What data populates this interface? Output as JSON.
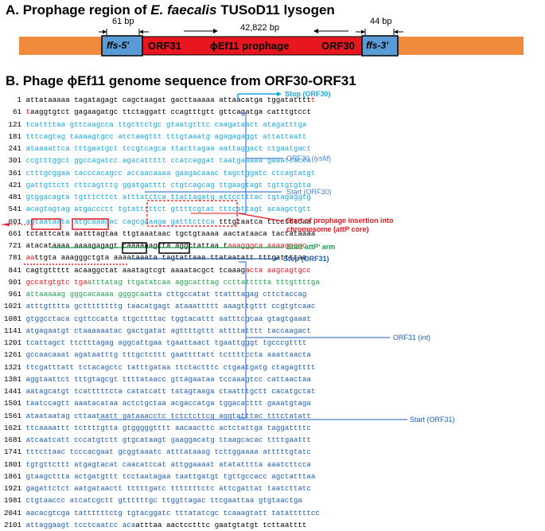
{
  "panel_a": {
    "title_prefix": "A.  Prophage region of ",
    "title_species": "E. faecalis",
    "title_suffix": " TUSoD11 lysogen",
    "bp_left": "61 bp",
    "bp_mid": "42,822 bp",
    "bp_right": "44 bp",
    "ffs5": "ffs-5'",
    "orf31": "ORF31",
    "prophage": "ϕEf11 prophage",
    "orf30": "ORF30",
    "ffs3": "ffs-3'"
  },
  "panel_b": {
    "title": "B.  Phage ϕEf11 genome sequence from ORF30-ORF31"
  },
  "annotations": {
    "stop_orf30": "Stop (ORF30)",
    "orf30_lysm_prefix": "ORF30 (",
    "orf30_lysm_gene": "lysM",
    "orf30_lysm_suffix": ")",
    "start_orf30": "Start (ORF30)",
    "prophage_line1": "Start of prophage insertion into",
    "prophage_line2_prefix": "chromosome (",
    "prophage_line2_gene": "attP",
    "prophage_line2_suffix": " core)",
    "attp_prefix": "Start ",
    "attp_gene": "attP'",
    "attp_suffix": " arm",
    "stop_orf31": "Stop (ORF31)",
    "orf31_int_prefix": "ORF31 (",
    "orf31_int_gene": "int",
    "orf31_int_suffix": ")",
    "start_orf31": "Start (ORF31)"
  },
  "colors": {
    "black": "#000000",
    "cyan": "#18a8e0",
    "blue": "#1f5fb0",
    "red": "#e8161f",
    "green": "#1ea24a",
    "orange": "#f08a3c",
    "ffs_blue": "#5b9bd5"
  },
  "sequence": [
    {
      "num": "1",
      "segs": [
        {
          "c": "k",
          "t": "attataaaaa tagatagagt cagctaagat gacttaaaaa attaacatga tggatatttt"
        },
        {
          "c": "r",
          "t": "t"
        }
      ]
    },
    {
      "num": "61",
      "segs": [
        {
          "c": "r",
          "t": "t"
        },
        {
          "c": "k",
          "t": "aaggtgtct gagaagatgc ttctaggatt ccagtttgtt gttcagatga catttgtcct"
        }
      ]
    },
    {
      "num": "121",
      "segs": [
        {
          "c": "c",
          "t": "tcattttaa gttcaagcca ttgcttctgc gtaatgtttc caagataact atagatttga"
        }
      ]
    },
    {
      "num": "181",
      "segs": [
        {
          "c": "c",
          "t": "tttcagtag taaaagtgcc atctaagttt tttgtaaatg agagagaggt attattaatt"
        }
      ]
    },
    {
      "num": "241",
      "segs": [
        {
          "c": "c",
          "t": "ataaaattca tttgaatgct tccgtcagca ttacttagaa aattaggact ctgaatgact"
        }
      ]
    },
    {
      "num": "301",
      "segs": [
        {
          "c": "c",
          "t": "ccgtttggct ggccagatcc agacattttt ccatcaggat taatgaaaaa gaaattacca"
        }
      ]
    },
    {
      "num": "361",
      "segs": [
        {
          "c": "c",
          "t": "ctttgcggaa tacccacagcc accaacaaaa gaagacaaac tagctggatc ctcagtatgt"
        }
      ]
    },
    {
      "num": "421",
      "segs": [
        {
          "c": "c",
          "t": "gattgttctt cttcagtttg ggatgatttt ctgtcagcag ttgaagtagt tgttgtgtta"
        }
      ]
    },
    {
      "num": "481",
      "segs": [
        {
          "c": "c",
          "t": "gtggacagta tgtttcttct atttatctca ttattagatg attcctttac tgtagaggtg"
        }
      ]
    },
    {
      "num": "541",
      "segs": [
        {
          "c": "c",
          "t": "acagtagtag atgaccctt tgtatttttct gttttcgtat tttcattagt acaagctgtt"
        }
      ]
    },
    {
      "num": "601",
      "segs": [
        {
          "c": "c",
          "t": "agtaataata atgcaaagac cagcgaaaga gatttcttca "
        },
        {
          "c": "k",
          "t": "tttgtaatca ttcctttcaa"
        }
      ]
    },
    {
      "num": "661",
      "segs": [
        {
          "c": "k",
          "t": "tctattcata aatttagtaa ttgtaaataac tgctgtaaaa aactataaca tactataaaa"
        }
      ]
    },
    {
      "num": "721",
      "segs": [
        {
          "c": "k",
          "t": "atacataaaa aaaagagagt caaaaaagcta aggctattaa t"
        },
        {
          "c": "r",
          "t": "aaagggca aaaaggggc"
        }
      ]
    },
    {
      "num": "781",
      "segs": [
        {
          "c": "r",
          "t": "aa"
        },
        {
          "c": "k",
          "t": "ttgta aaagggctgta aaaataaata tagtattaaa ttataatatt tttgattttaa"
        }
      ]
    },
    {
      "num": "841",
      "segs": [
        {
          "c": "k",
          "t": "cagtgttttt acaaggctat aaatagtcgt aaaatacgct tcaaag"
        },
        {
          "c": "r",
          "t": "acta aagcagtgcc"
        }
      ]
    },
    {
      "num": "901",
      "segs": [
        {
          "c": "r",
          "t": "gccatgtgtc tga"
        },
        {
          "c": "g",
          "t": "atttatag ttgatatcaa aggcatttag ccttattttta tttgttttga"
        }
      ]
    },
    {
      "num": "961",
      "segs": [
        {
          "c": "g",
          "t": "attaaaaag gggcacaaaa ggggcaa"
        },
        {
          "c": "b",
          "t": "tta cttgccatat ttatttagag cttctaccag"
        }
      ]
    },
    {
      "num": "1021",
      "segs": [
        {
          "c": "b",
          "t": "atttgtttta gcttttttttg taacatgagt ataaattttt aaagttgttt ccgtgtcaac"
        }
      ]
    },
    {
      "num": "1081",
      "segs": [
        {
          "c": "b",
          "t": "gtggcctaca cgttccatta ttgcttttac tggtacattt aatttcgcaa gtagtgaaat"
        }
      ]
    },
    {
      "num": "1141",
      "segs": [
        {
          "c": "b",
          "t": "atgagaatgt ctaaaaaatac gactgatat agttttgttt attttatttt taccaagact"
        }
      ]
    },
    {
      "num": "1201",
      "segs": [
        {
          "c": "b",
          "t": "tcattagct ttctttagag aggcattgaa tgaattaact tgaattgggt tgcccgtttt"
        }
      ]
    },
    {
      "num": "1261",
      "segs": [
        {
          "c": "b",
          "t": "gccaacaaat agataatttg tttgctcttt gaattttatt tcttttccta aaattaacta"
        }
      ]
    },
    {
      "num": "1321",
      "segs": [
        {
          "c": "b",
          "t": "ttcgatttatt tctacagctc tatttgataa ttctactttc ctgaatgatg ctagagtttt"
        }
      ]
    },
    {
      "num": "1381",
      "segs": [
        {
          "c": "b",
          "t": "aggtaattct tttgtagcgt ttttataacc gttagaataa tccaaagtcc cattaactaa"
        }
      ]
    },
    {
      "num": "1441",
      "segs": [
        {
          "c": "b",
          "t": "aatagcatgt tcatttttcta catatcatt tatagtaaga ctaatttgctt cacatgctat"
        }
      ]
    },
    {
      "num": "1501",
      "segs": [
        {
          "c": "b",
          "t": "taatccagtt aaatacataa actctgctaa acgaccatga tggacacttt gaaatgtaga"
        }
      ]
    },
    {
      "num": "1561",
      "segs": [
        {
          "c": "b",
          "t": "ataataatag cttaataatt gataaacctc tctctcttcg aggtatttac tttctatatt"
        }
      ]
    },
    {
      "num": "1621",
      "segs": [
        {
          "c": "b",
          "t": "ttcaaaattt tcttttgtta gtgggggtttt aacaacttc actctattga taggattttc"
        }
      ]
    },
    {
      "num": "1681",
      "segs": [
        {
          "c": "b",
          "t": "atcaatcatt cccatgtctt gtgcataagt gaaggacatg ttaagcacac ttttgaattt"
        }
      ]
    },
    {
      "num": "1741",
      "segs": [
        {
          "c": "b",
          "t": "tttcttaac tcccacgaat gcggtaaatc atttataaag tcttggaaaa atttttgtatc"
        }
      ]
    },
    {
      "num": "1801",
      "segs": [
        {
          "c": "b",
          "t": "tgtgttcttt atgagtacat caacatccat attggaaaat atatatttta aaatcttcca"
        }
      ]
    },
    {
      "num": "1861",
      "segs": [
        {
          "c": "b",
          "t": "gtaagcttta actgatgttt tcctaatagaa taattgatgt tgttgccacc agctatttaa"
        }
      ]
    },
    {
      "num": "1921",
      "segs": [
        {
          "c": "b",
          "t": "gagattctct aatgataactt tttttgatc tttttttctc attcgattat taatcttatc"
        }
      ]
    },
    {
      "num": "1981",
      "segs": [
        {
          "c": "b",
          "t": "ctgtaaccc atcatcgctt gttttttgc ttggttagac ttcgaattaa gtgtaactga"
        }
      ]
    },
    {
      "num": "2041",
      "segs": [
        {
          "c": "b",
          "t": "aacacgtcga tattttttctg tgtacggatc tttatatcgc tcaaagtatt tatatttttcc"
        }
      ]
    },
    {
      "num": "2101",
      "segs": [
        {
          "c": "b",
          "t": "attaggaagt tcctcaatcc aca"
        },
        {
          "c": "k",
          "t": "atttaa aactcctttc gaatgtatgt tcttaatttt"
        }
      ]
    }
  ]
}
